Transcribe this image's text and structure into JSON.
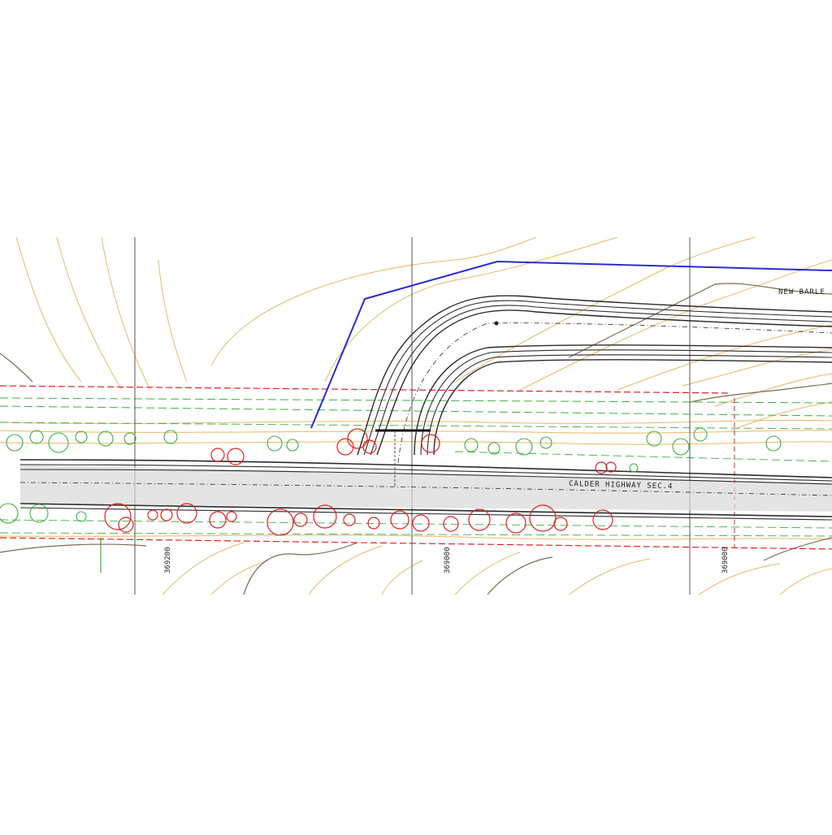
{
  "drawing": {
    "road_labels": {
      "new_road": "NEW BARLE",
      "highway": "CALDER HIGHWAY SEC.4"
    },
    "grid_labels": [
      "369200",
      "369000",
      "369000"
    ],
    "colors": {
      "contour": "#e8b866",
      "boundary": "#2a2ad8",
      "property_line": "#e02020",
      "green_dashed": "#3fae3f",
      "road": "#2b2b2b",
      "tree_red": "#e02020",
      "tree_green": "#3fae3f"
    }
  }
}
